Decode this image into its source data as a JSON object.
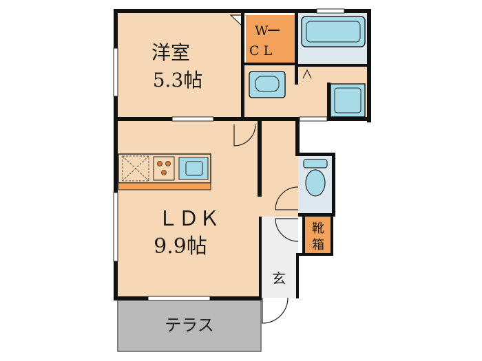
{
  "rooms": {
    "western_room": {
      "name": "洋室",
      "size": "5.3帖"
    },
    "wcl": {
      "line1": "W",
      "line2": "C L"
    },
    "ldk": {
      "name": "ＬＤＫ",
      "size": "9.9帖"
    },
    "shoe_box": {
      "line1": "靴",
      "line2": "箱"
    },
    "entrance": {
      "name": "玄"
    },
    "terrace": {
      "name": "テラス"
    }
  },
  "colors": {
    "room_fill": "#f7d8b6",
    "closet_fill": "#f2a25a",
    "fixture_fill": "#a8dbe8",
    "fixture_light": "#dde7ee",
    "terrace_fill": "#b9b9b9",
    "entrance_fill": "#eeeeee",
    "wall": "#111111"
  },
  "icons": {
    "bathtub": "bathtub-icon",
    "washbasin": "washbasin-icon",
    "washing_machine": "washing-machine-icon",
    "toilet": "toilet-icon",
    "kitchen_stove": "stove-icon",
    "kitchen_sink": "sink-icon",
    "refrigerator_space": "refrigerator-space-icon"
  }
}
